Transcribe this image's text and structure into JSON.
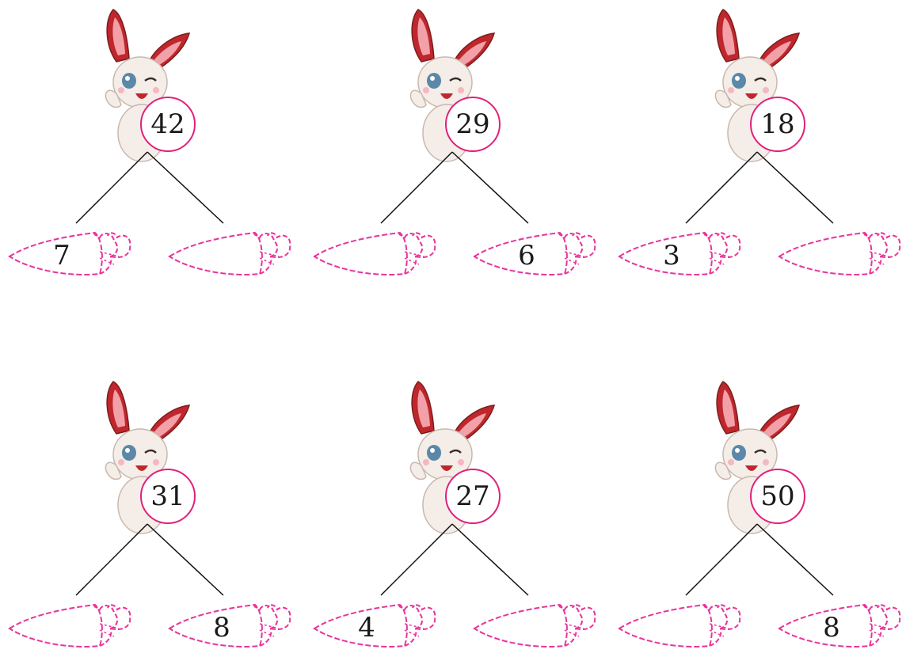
{
  "colors": {
    "circle_border": "#e0207a",
    "carrot_outline": "#e8359a",
    "line": "#111111",
    "bunny_body": "#f4ede8",
    "bunny_ear": "#c0272d"
  },
  "icons": {
    "bunny": "bunny-icon",
    "carrot": "carrot-outline-icon"
  },
  "problems": [
    {
      "total": "42",
      "left": "7",
      "right": ""
    },
    {
      "total": "29",
      "left": "",
      "right": "6"
    },
    {
      "total": "18",
      "left": "3",
      "right": ""
    },
    {
      "total": "31",
      "left": "",
      "right": "8"
    },
    {
      "total": "27",
      "left": "4",
      "right": ""
    },
    {
      "total": "50",
      "left": "",
      "right": "8"
    }
  ]
}
